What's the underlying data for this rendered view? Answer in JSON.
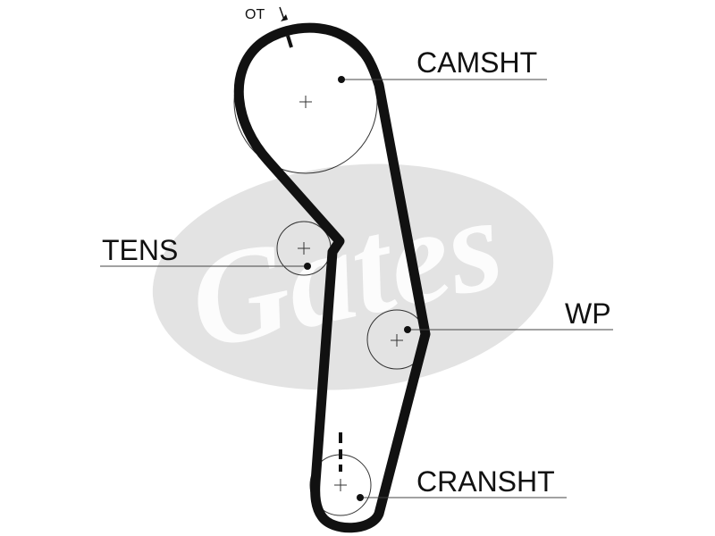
{
  "diagram": {
    "labels": {
      "ot": "OT",
      "camshaft": "CAMSHT",
      "tensioner": "TENS",
      "water_pump": "WP",
      "crankshaft": "CRANSHT"
    },
    "watermark": "Gates",
    "colors": {
      "belt": "#111111",
      "line": "#333333",
      "watermark": "#e3e3e3",
      "watermark_text": "#ffffff"
    }
  }
}
